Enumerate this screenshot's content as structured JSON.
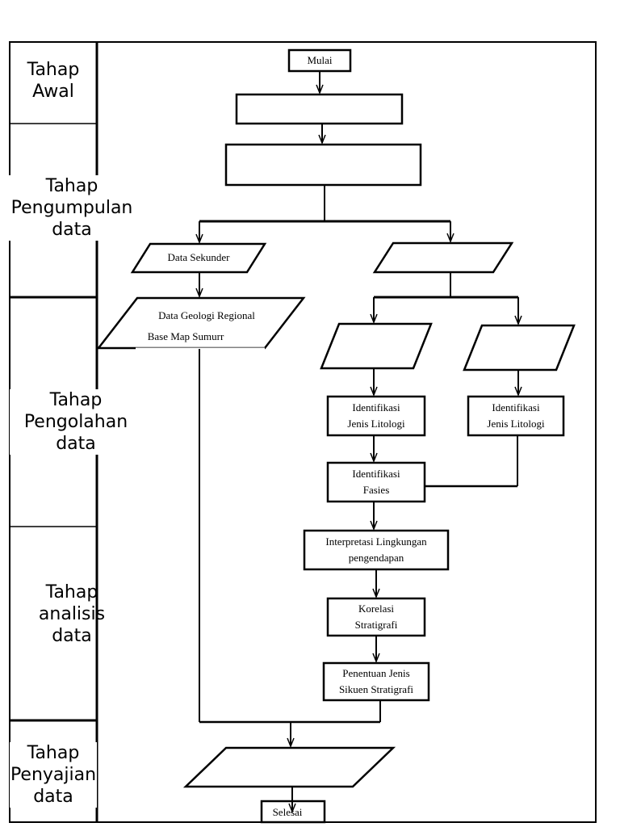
{
  "stages": [
    {
      "id": "awal",
      "label": "Tahap\nAwal"
    },
    {
      "id": "pengumpulan",
      "label": "Tahap\nPengumpulan\ndata"
    },
    {
      "id": "pengolahan",
      "label": "Tahap\nPengolahan\ndata"
    },
    {
      "id": "analisis",
      "label": "Tahap\nanalisis\ndata"
    },
    {
      "id": "penyajian",
      "label": "Tahap\nPenyajian\ndata"
    }
  ],
  "nodes": {
    "mulai": "Mulai",
    "data_sekunder": "Data Sekunder",
    "data_geologi": "Data Geologi Regional",
    "base_map": "Base Map Sumurr",
    "identifikasi_left": "Identifikasi\nJenis Litologi",
    "identifikasi_right": "Identifikasi\nJenis Litologi",
    "identifikasi_fasies": "Identifikasi\nFasies",
    "interpretasi": "Interpretasi Lingkungan\npengendapan",
    "korelasi": "Korelasi\nStratigrafi",
    "penentuan": "Penentuan Jenis\nSikuen Stratigrafi",
    "selesai": "Selesai"
  },
  "colors": {
    "stroke": "#000000",
    "background": "#ffffff"
  }
}
